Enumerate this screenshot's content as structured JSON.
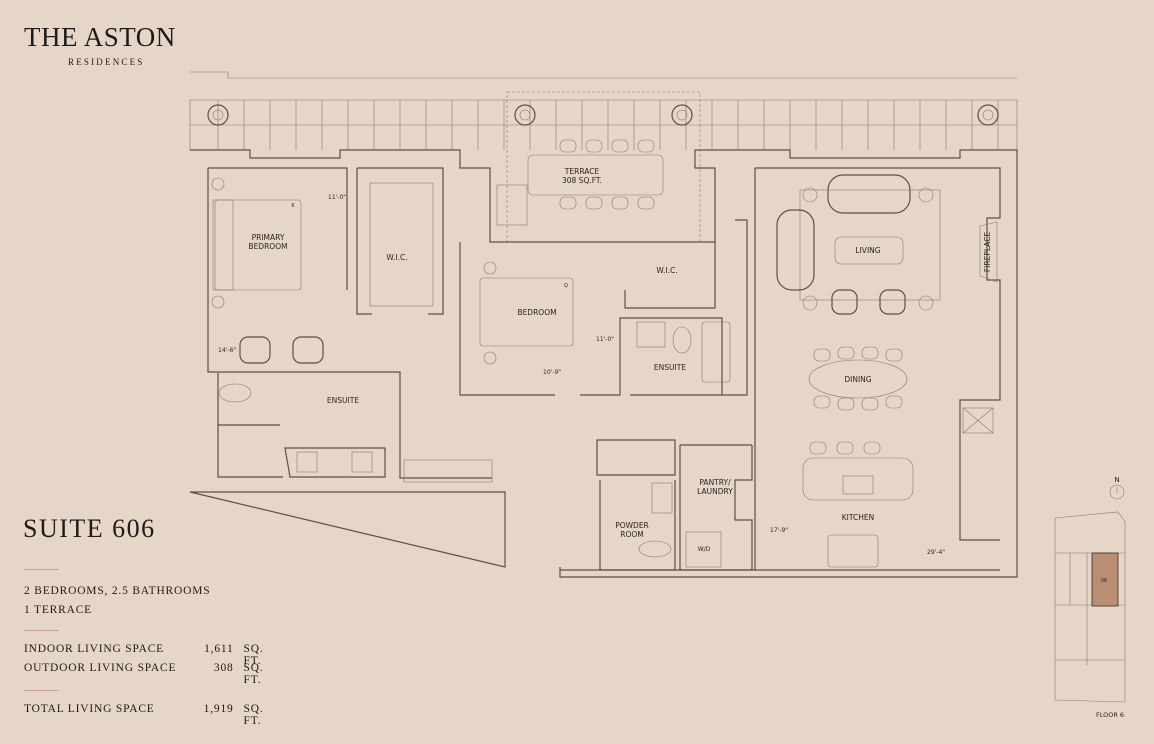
{
  "brand": {
    "title": "THE ASTON",
    "subtitle": "RESIDENCES"
  },
  "suite": {
    "title": "SUITE 606",
    "rooms": "2 BEDROOMS, 2.5 BATHROOMS",
    "terrace": "1 TERRACE",
    "areas": [
      {
        "label": "INDOOR LIVING SPACE",
        "value": "1,611",
        "unit": "SQ. FT."
      },
      {
        "label": "OUTDOOR LIVING SPACE",
        "value": "308",
        "unit": "SQ. FT."
      }
    ],
    "total": {
      "label": "TOTAL LIVING SPACE",
      "value": "1,919",
      "unit": "SQ. FT."
    }
  },
  "plan": {
    "rooms": {
      "primary_bedroom_1": "PRIMARY",
      "primary_bedroom_2": "BEDROOM",
      "wic_1": "W.I.C.",
      "terrace_1": "TERRACE",
      "terrace_2": "308 SQ.FT.",
      "bedroom": "BEDROOM",
      "wic_2": "W.I.C.",
      "ensuite_2": "ENSUITE",
      "ensuite_1": "ENSUITE",
      "living": "LIVING",
      "fireplace": "FIREPLACE",
      "dining": "DINING",
      "kitchen": "KITCHEN",
      "pantry_1": "PANTRY/",
      "pantry_2": "LAUNDRY",
      "powder_1": "POWDER",
      "powder_2": "ROOM",
      "wd": "W/D",
      "bed_k": "K",
      "bed_q": "Q"
    },
    "dimensions": {
      "primary_width": "11'-0\"",
      "primary_length": "14'-6\"",
      "bedroom_width": "11'-0\"",
      "bedroom_length": "10'-9\"",
      "living_width": "17'-9\"",
      "living_length": "29'-4\""
    }
  },
  "keyplan": {
    "north": "N",
    "unit": "06",
    "floor": "FLOOR 6",
    "highlight_color": "#b98e73"
  }
}
